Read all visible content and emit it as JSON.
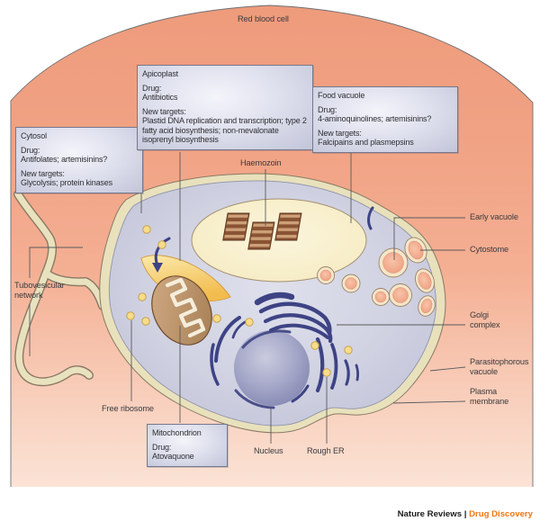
{
  "figure": {
    "background_label": "Red blood cell",
    "footer": {
      "journal": "Nature Reviews",
      "separator": " | ",
      "publication": "Drug Discovery"
    }
  },
  "boxes": {
    "cytosol": {
      "title": "Cytosol",
      "drug_label": "Drug:",
      "drug": "Antifolates; artemisinins?",
      "targets_label": "New targets:",
      "targets": "Glycolysis; protein kinases"
    },
    "apicoplast": {
      "title": "Apicoplast",
      "drug_label": "Drug:",
      "drug": "Antibiotics",
      "targets_label": "New targets:",
      "targets": "Plastid DNA replication and transcription; type 2 fatty acid biosynthesis; non-mevalonate isoprenyl biosynthesis"
    },
    "food_vacuole": {
      "title": "Food vacuole",
      "drug_label": "Drug:",
      "drug": "4-aminoquinolines; artemisinins?",
      "targets_label": "New targets:",
      "targets": "Falcipains and plasmepsins"
    },
    "mitochondrion": {
      "title": "Mitochondrion",
      "drug_label": "Drug:",
      "drug": "Atovaquone"
    }
  },
  "organelle_labels": {
    "haemozoin": "Haemozoin",
    "early_vacuole": "Early vacuole",
    "cytostome": "Cytostome",
    "golgi_complex": "Golgi complex",
    "parasitophorous_vacuole": "Parasitophorous vacuole",
    "plasma_membrane": "Plasma membrane",
    "tubovesicular_network": "Tubovesicular network",
    "free_ribosome": "Free ribosome",
    "nucleus": "Nucleus",
    "rough_er": "Rough ER"
  },
  "colors": {
    "red_blood_cell": "#F2A78A",
    "membrane_band": "#E8E1BC",
    "parasite_cytosol": "#CFD1E1",
    "nucleus": "#9598BE",
    "er_golgi_navy": "#3E4384",
    "food_vacuole": "#F8EFC9",
    "haemozoin_crystal": "#8A5434",
    "ribosome_dot": "#F8DC8A",
    "vesicle_core": "#F2A989",
    "footer_accent": "#F07613"
  }
}
